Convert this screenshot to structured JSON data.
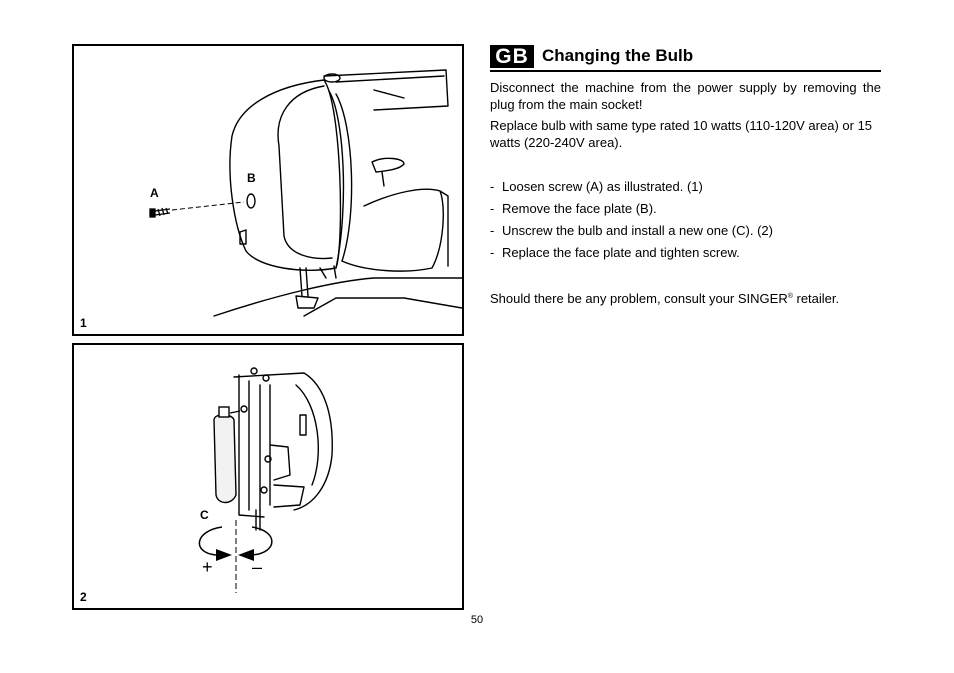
{
  "header": {
    "lang_code": "GB",
    "title": "Changing the Bulb"
  },
  "paragraphs": [
    "Disconnect the machine from the power supply by removing the plug from the main socket!",
    "Replace bulb with same type rated 10 watts (110-120V area) or 15 watts (220-240V area)."
  ],
  "steps": [
    "Loosen screw (A) as illustrated. (1)",
    "Remove the face plate (B).",
    "Unscrew the bulb and install a new one (C). (2)",
    "Replace the face plate and tighten screw."
  ],
  "step_marker": "-",
  "note": {
    "before": "Should there be any problem, consult your SINGER",
    "mark": "®",
    "after": " retailer."
  },
  "figure1": {
    "number": "1",
    "label_a": "A",
    "label_b": "B"
  },
  "figure2": {
    "number": "2",
    "label_c": "C",
    "plus": "+",
    "minus": "–"
  },
  "page_number": "50"
}
